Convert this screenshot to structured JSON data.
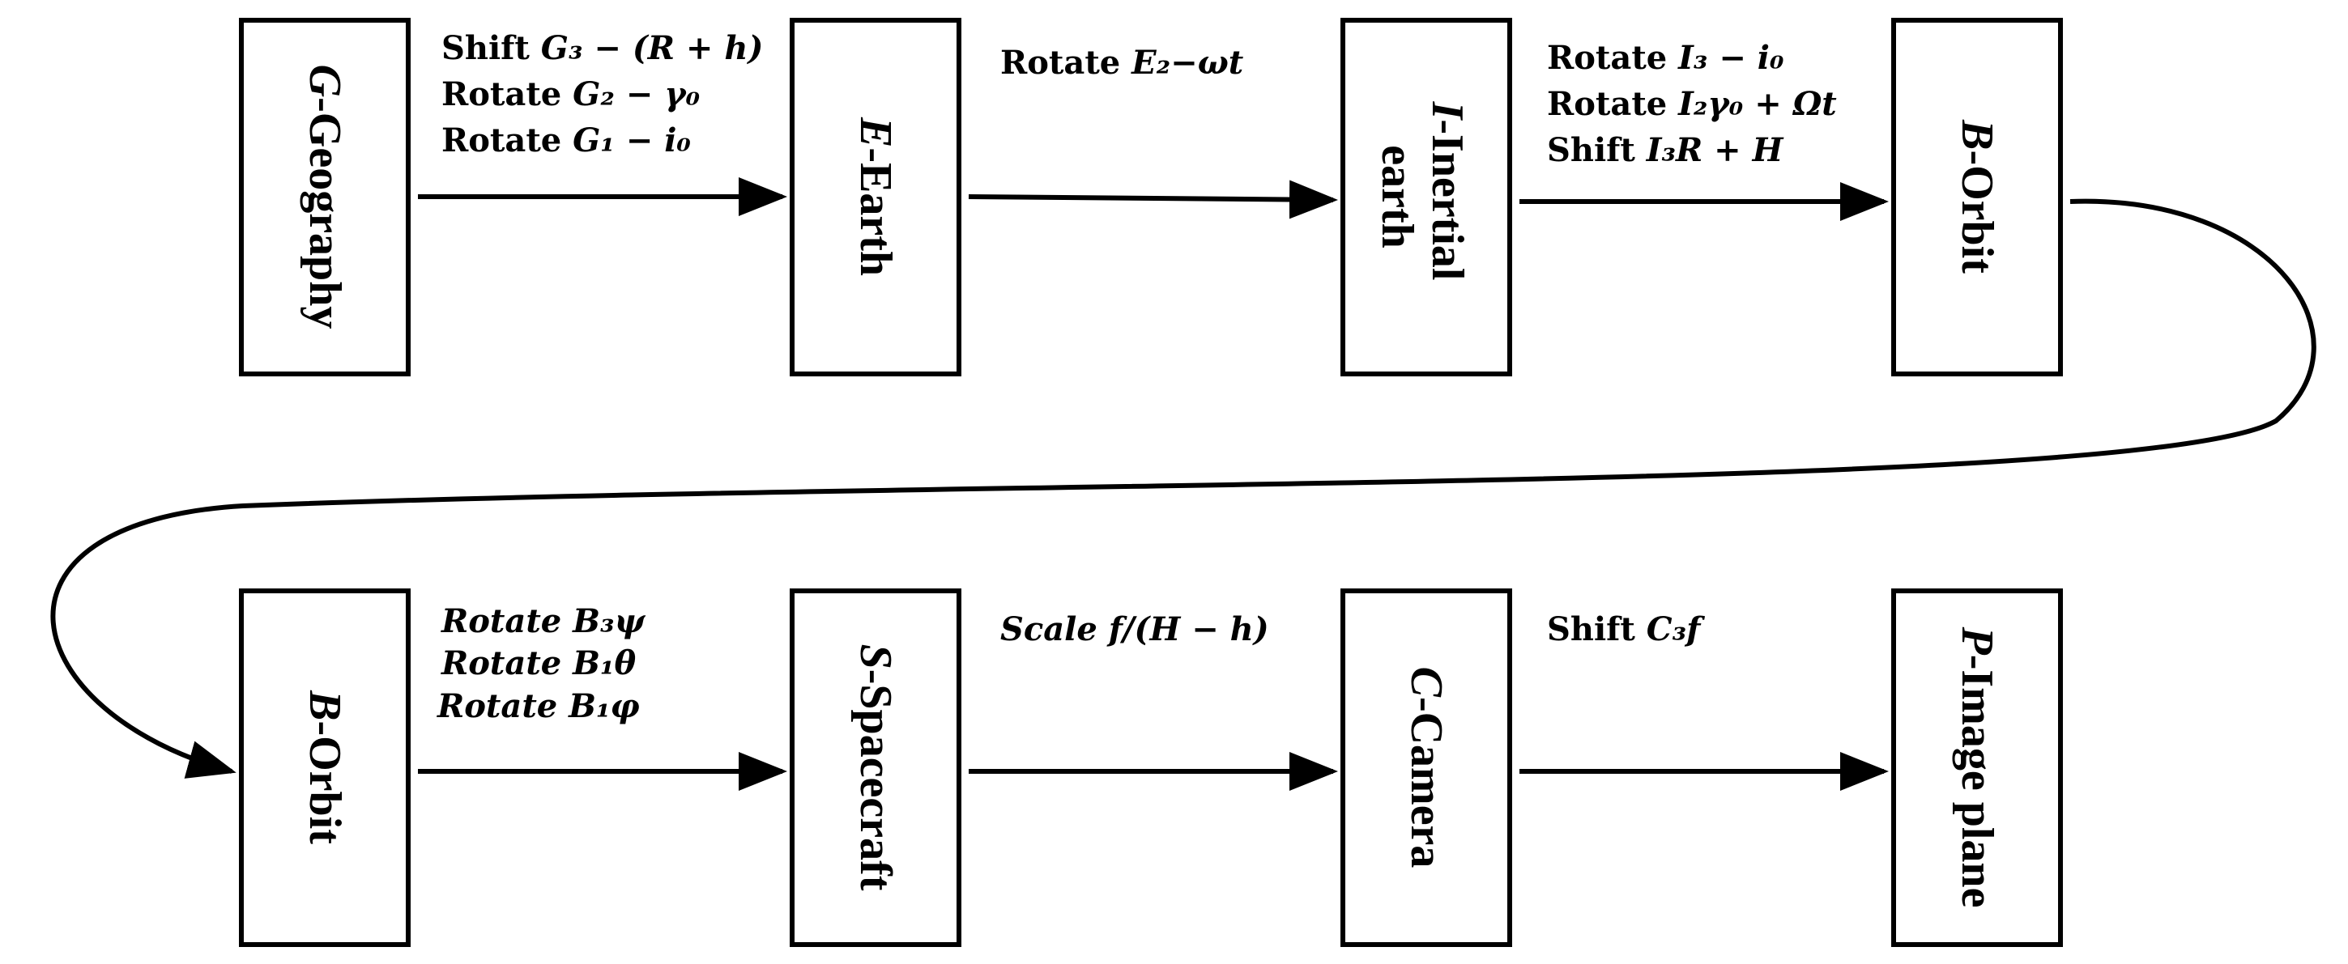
{
  "frames": [
    {
      "id": "g",
      "sym": "G",
      "name": "-Geography"
    },
    {
      "id": "e",
      "sym": "E",
      "name": "-Earth"
    },
    {
      "id": "i",
      "sym": "I",
      "name": "-Inertial",
      "name2": "earth"
    },
    {
      "id": "b1",
      "sym": "B",
      "name": "-Orbit"
    },
    {
      "id": "b2",
      "sym": "B",
      "name": "-Orbit"
    },
    {
      "id": "s",
      "sym": "S",
      "name": "-Spacecraft"
    },
    {
      "id": "c",
      "sym": "C",
      "name": "-Camera"
    },
    {
      "id": "p",
      "sym": "P",
      "name": "-Image plane"
    }
  ],
  "transforms": {
    "g_to_e": {
      "line1_op": "Shift ",
      "line1_math": "G₃ − (R + h)",
      "line2_op": "Rotate ",
      "line2_math": "G₂ − γ₀",
      "line3_op": "Rotate ",
      "line3_math": "G₁ − i₀"
    },
    "e_to_i": {
      "line1_op": "Rotate ",
      "line1_math": "E₂−ωt"
    },
    "i_to_b": {
      "line1_op": "Rotate ",
      "line1_math": "I₃ − i₀",
      "line2_op": "Rotate ",
      "line2_math": "I₂γ₀ + Ωt",
      "line3_op": "Shift ",
      "line3_math": "I₃R + H"
    },
    "b_to_s": {
      "line1": "Rotate B₃ψ",
      "line2": "Rotate B₁θ",
      "line3": "Rotate B₁φ"
    },
    "s_to_c": {
      "line1": "Scale f/(H − h)"
    },
    "c_to_p": {
      "line1_op": "Shift ",
      "line1_math": "C₃f"
    }
  }
}
